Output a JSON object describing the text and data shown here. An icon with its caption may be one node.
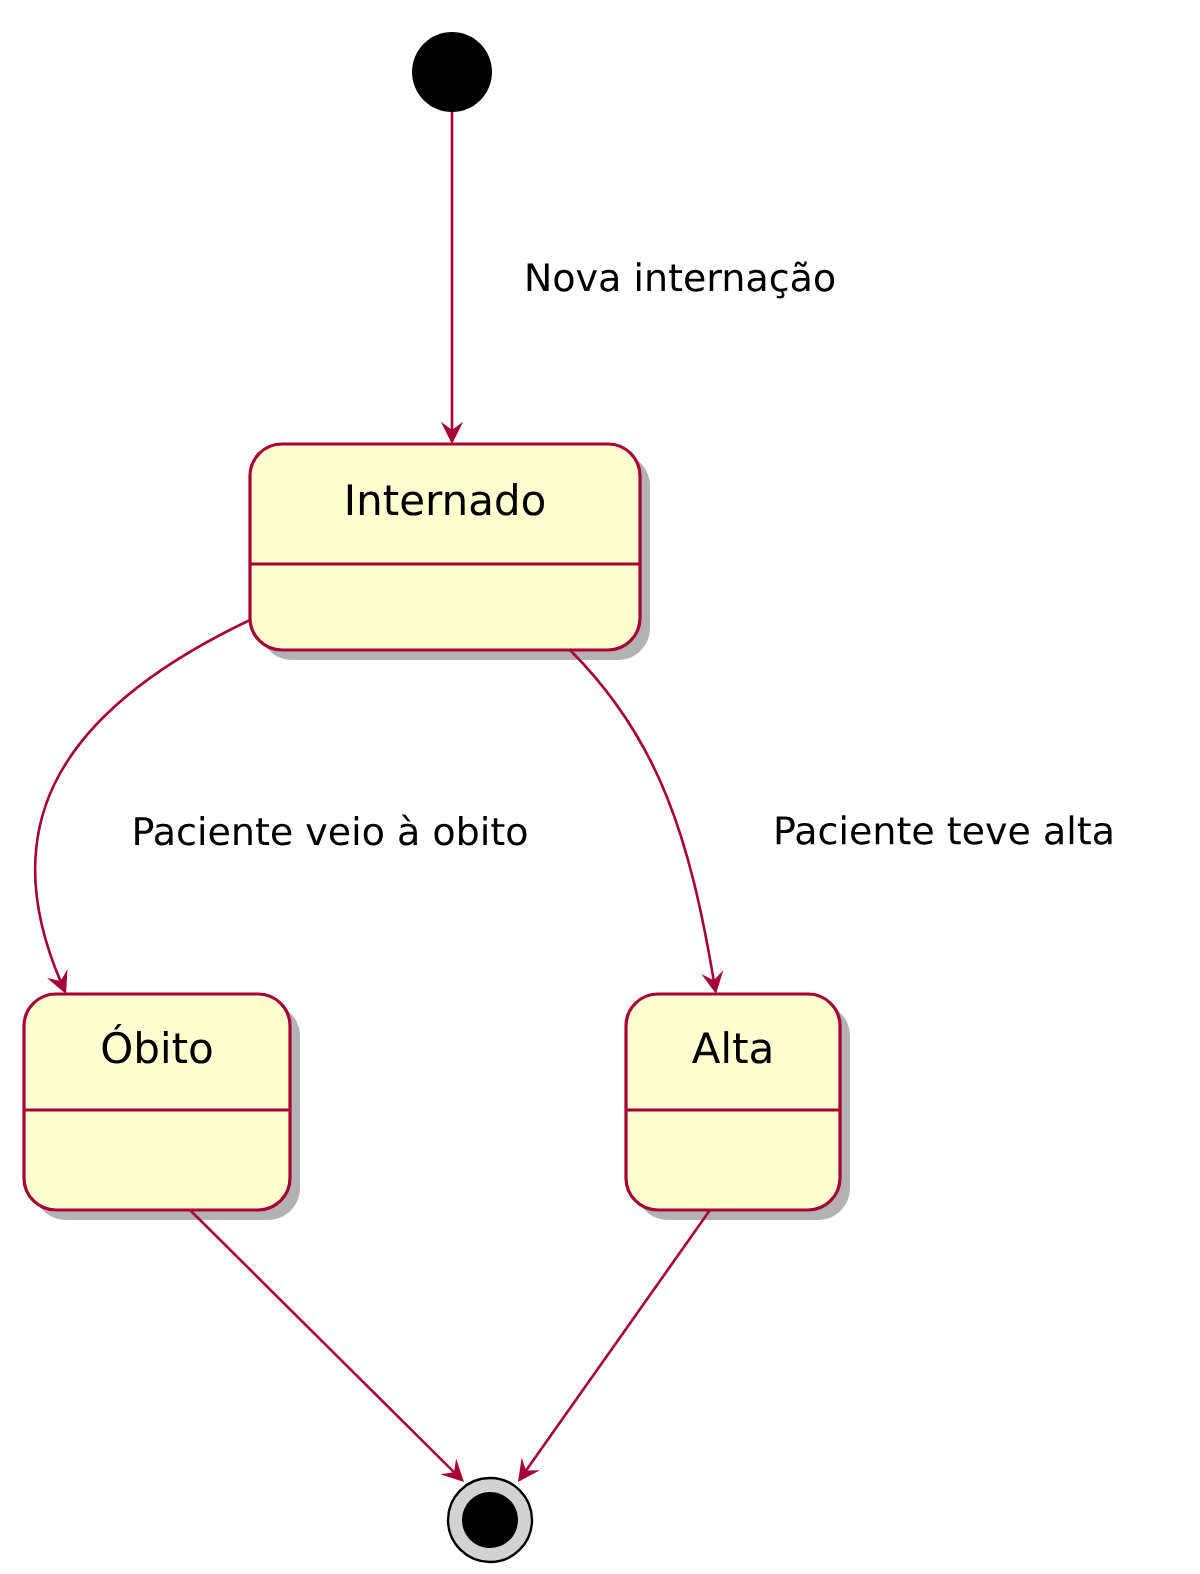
{
  "diagram": {
    "nodes": [
      {
        "text": [],
        "shape": "circle"
      },
      {
        "text": [
          "Internado"
        ]
      },
      {
        "text": [
          "Óbito"
        ]
      },
      {
        "text": [
          "Alta"
        ]
      },
      {
        "text": [],
        "shape": "bullseye"
      }
    ],
    "edges": [
      {
        "from": 0,
        "to": 1,
        "arrow": "to",
        "label": "Nova internação"
      },
      {
        "from": 1,
        "to": 2,
        "arrow": "to",
        "label": "Paciente veio à obito"
      },
      {
        "from": 1,
        "to": 3,
        "arrow": "to",
        "label": "Paciente teve alta"
      },
      {
        "from": 2,
        "to": 4,
        "arrow": "to"
      },
      {
        "from": 3,
        "to": 4,
        "arrow": "to"
      }
    ]
  }
}
